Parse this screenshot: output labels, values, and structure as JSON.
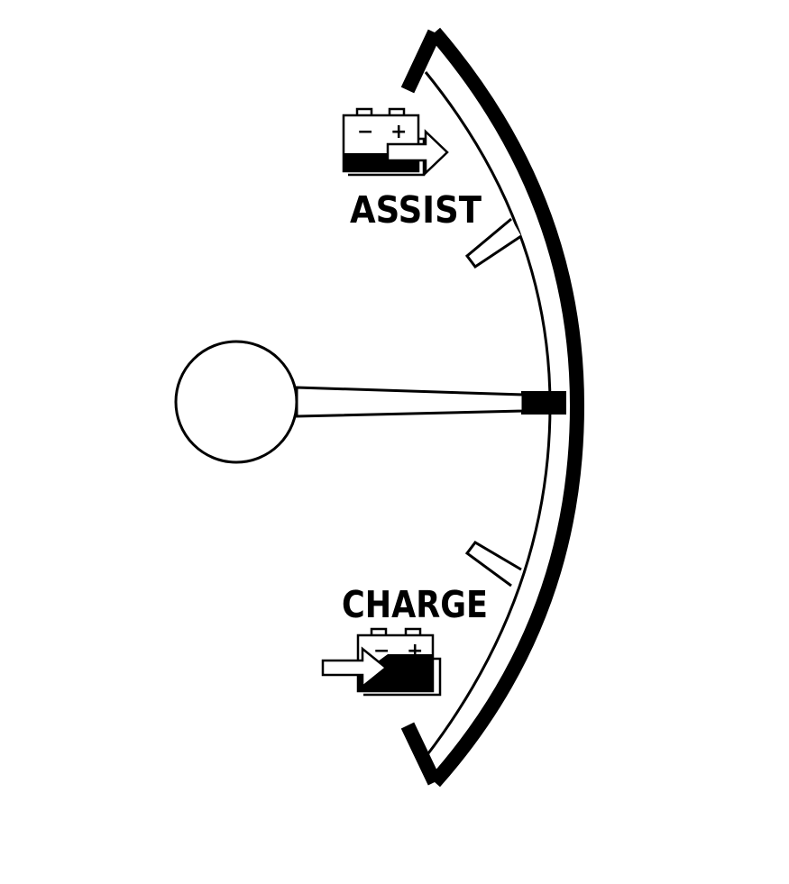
{
  "gauge": {
    "assist_label": "ASSIST",
    "charge_label": "CHARGE",
    "needle_level": 0.5,
    "icons": {
      "assist": "battery-discharge-icon",
      "charge": "battery-charge-icon"
    },
    "battery_signs": {
      "minus": "−",
      "plus": "+"
    }
  }
}
